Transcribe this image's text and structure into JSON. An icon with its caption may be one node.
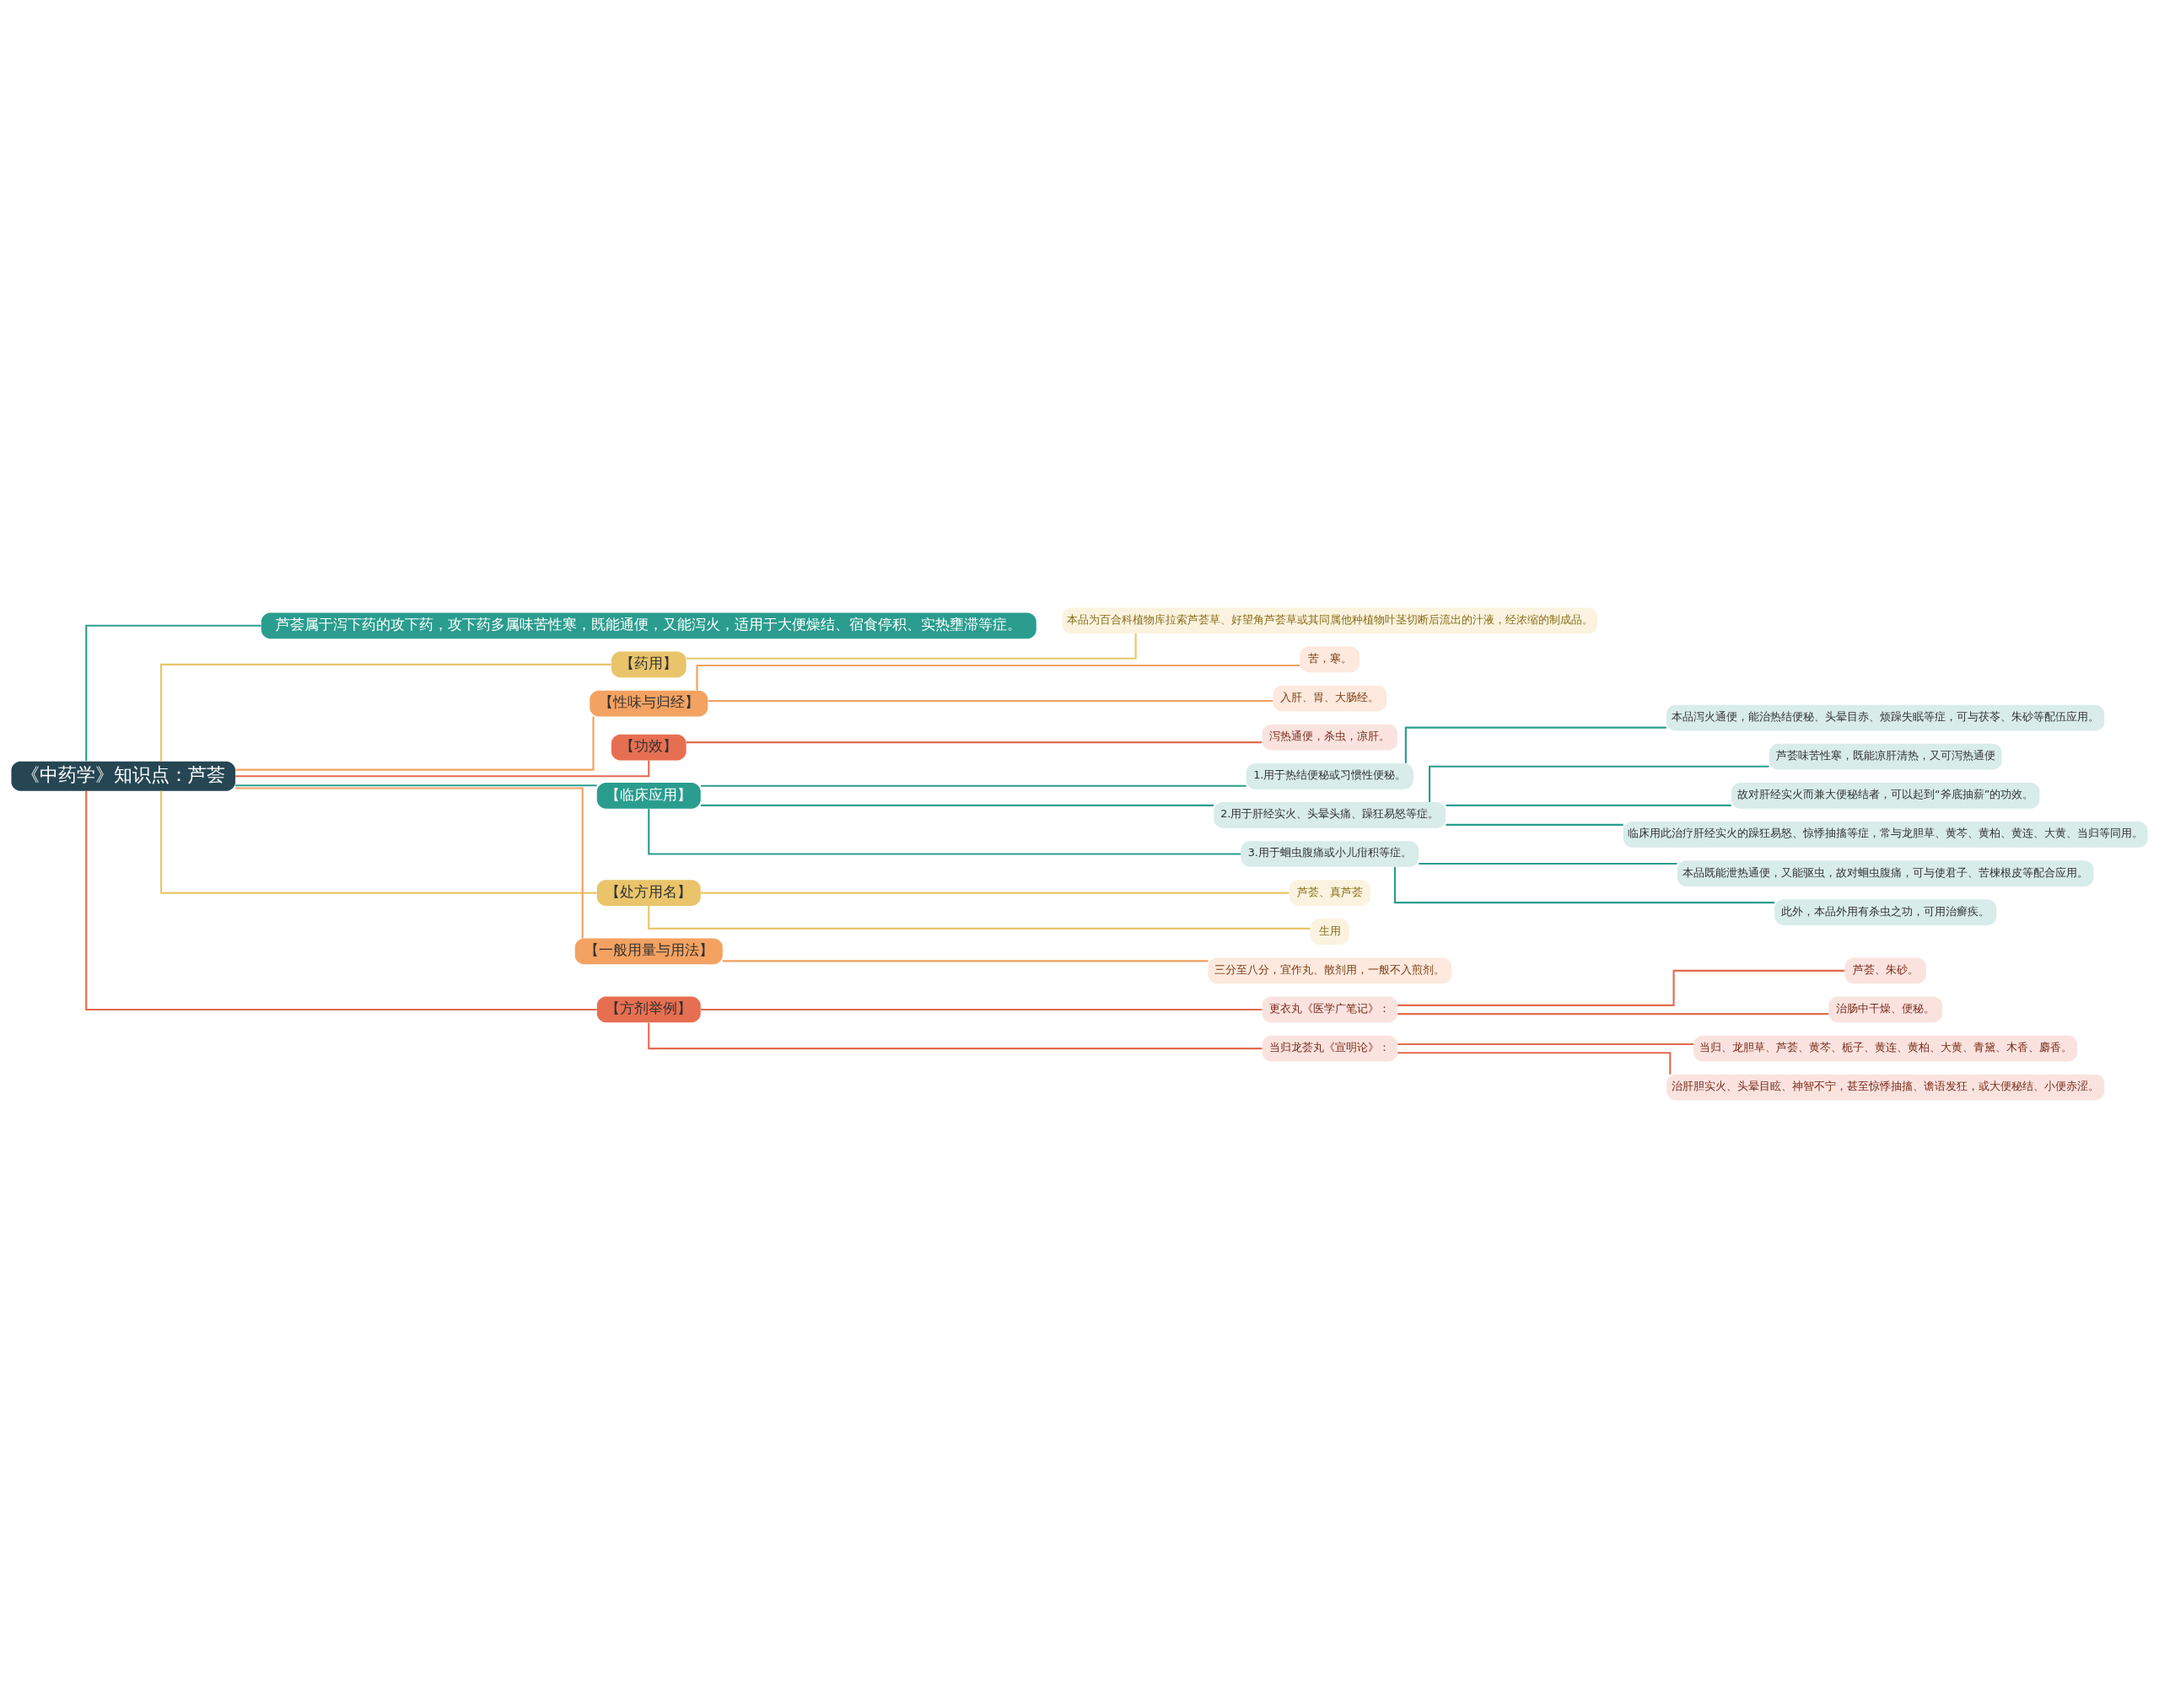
{
  "diagram": {
    "nodes": [
      {
        "text": [
          "《中药学》知识点：芦荟"
        ]
      },
      {
        "text": [
          "芦荟属于泻下药的攻下药，攻下药多属味苦性寒，既能通便，又能泻火，适用于大便燥结、宿食停积、实热壅滞等症。"
        ]
      },
      {
        "text": [
          "【药用】"
        ]
      },
      {
        "text": [
          "本品为百合科植物库拉索芦荟草、好望角芦荟草或其同属他种植物叶茎切断后流出的汁液，经浓缩的制成品。"
        ]
      },
      {
        "text": [
          "【性味与归经】"
        ]
      },
      {
        "text": [
          "苦，寒。"
        ]
      },
      {
        "text": [
          "入肝、胃、大肠经。"
        ]
      },
      {
        "text": [
          "【功效】"
        ]
      },
      {
        "text": [
          "泻热通便，杀虫，凉肝。"
        ]
      },
      {
        "text": [
          "【临床应用】"
        ]
      },
      {
        "text": [
          "1.用于热结便秘或习惯性便秘。"
        ]
      },
      {
        "text": [
          "本品泻火通便，能治热结便秘、头晕目赤、烦躁失眠等症，可与茯苓、朱砂等配伍应用。"
        ]
      },
      {
        "text": [
          "2.用于肝经实火、头晕头痛、躁狂易怒等症。"
        ]
      },
      {
        "text": [
          "芦荟味苦性寒，既能凉肝清热，又可泻热通便"
        ]
      },
      {
        "text": [
          "故对肝经实火而兼大便秘结者，可以起到“斧底抽薪”的功效。"
        ]
      },
      {
        "text": [
          "临床用此治疗肝经实火的躁狂易怒、惊悸抽搐等症，常与龙胆草、黄芩、黄柏、黄连、大黄、当归等同用。"
        ]
      },
      {
        "text": [
          "3.用于蛔虫腹痛或小儿疳积等症。"
        ]
      },
      {
        "text": [
          "本品既能泄热通便，又能驱虫，故对蛔虫腹痛，可与使君子、苦楝根皮等配合应用。"
        ]
      },
      {
        "text": [
          "此外，本品外用有杀虫之功，可用治癣疾。"
        ]
      },
      {
        "text": [
          "【处方用名】"
        ]
      },
      {
        "text": [
          "芦荟、真芦荟"
        ]
      },
      {
        "text": [
          "生用"
        ]
      },
      {
        "text": [
          "【一般用量与用法】"
        ]
      },
      {
        "text": [
          "三分至八分，宜作丸、散剂用，一般不入煎剂。"
        ]
      },
      {
        "text": [
          "【方剂举例】"
        ]
      },
      {
        "text": [
          "更衣丸《医学广笔记》："
        ]
      },
      {
        "text": [
          "芦荟、朱砂。"
        ]
      },
      {
        "text": [
          "治肠中干燥、便秘。"
        ]
      },
      {
        "text": [
          "当归龙荟丸《宣明论》："
        ]
      },
      {
        "text": [
          "当归、龙胆草、芦荟、黄芩、栀子、黄连、黄柏、大黄、青黛、木香、麝香。"
        ]
      },
      {
        "text": [
          "治肝胆实火、头晕目眩、神智不宁，甚至惊悸抽搐、谵语发狂，或大便秘结、小便赤涩。"
        ]
      }
    ],
    "edges": [
      {
        "from": 0,
        "to": 1,
        "arrow": "none"
      },
      {
        "from": 0,
        "to": 2,
        "arrow": "none",
        "color": "#e8c66a"
      },
      {
        "from": 2,
        "to": 3,
        "arrow": "none",
        "color": "#e8c66a"
      },
      {
        "from": 0,
        "to": 4,
        "arrow": "none",
        "color": "#f2a15e"
      },
      {
        "from": 4,
        "to": 5,
        "arrow": "none",
        "color": "#f2a15e"
      },
      {
        "from": 4,
        "to": 6,
        "arrow": "none",
        "color": "#f2a15e"
      },
      {
        "from": 0,
        "to": 7,
        "arrow": "none",
        "color": "#e36b4f"
      },
      {
        "from": 7,
        "to": 8,
        "arrow": "none",
        "color": "#e36b4f"
      },
      {
        "from": 0,
        "to": 9,
        "arrow": "none"
      },
      {
        "from": 9,
        "to": 10,
        "arrow": "none"
      },
      {
        "from": 10,
        "to": 11,
        "arrow": "none"
      },
      {
        "from": 9,
        "to": 12,
        "arrow": "none"
      },
      {
        "from": 12,
        "to": 13,
        "arrow": "none"
      },
      {
        "from": 12,
        "to": 14,
        "arrow": "none"
      },
      {
        "from": 12,
        "to": 15,
        "arrow": "none"
      },
      {
        "from": 9,
        "to": 16,
        "arrow": "none"
      },
      {
        "from": 16,
        "to": 17,
        "arrow": "none"
      },
      {
        "from": 16,
        "to": 18,
        "arrow": "none"
      },
      {
        "from": 0,
        "to": 19,
        "arrow": "none",
        "color": "#e8c66a"
      },
      {
        "from": 19,
        "to": 20,
        "arrow": "none",
        "color": "#e8c66a"
      },
      {
        "from": 19,
        "to": 21,
        "arrow": "none",
        "color": "#e8c66a"
      },
      {
        "from": 0,
        "to": 22,
        "arrow": "none",
        "color": "#f2a15e"
      },
      {
        "from": 22,
        "to": 23,
        "arrow": "none",
        "color": "#f2a15e"
      },
      {
        "from": 0,
        "to": 24,
        "arrow": "none",
        "color": "#e36b4f"
      },
      {
        "from": 24,
        "to": 25,
        "arrow": "none",
        "color": "#e36b4f"
      },
      {
        "from": 25,
        "to": 26,
        "arrow": "none",
        "color": "#e36b4f"
      },
      {
        "from": 25,
        "to": 27,
        "arrow": "none",
        "color": "#e36b4f"
      },
      {
        "from": 24,
        "to": 28,
        "arrow": "none",
        "color": "#e36b4f"
      },
      {
        "from": 28,
        "to": 29,
        "arrow": "none",
        "color": "#e36b4f"
      },
      {
        "from": 28,
        "to": 30,
        "arrow": "none",
        "color": "#e36b4f"
      }
    ]
  }
}
